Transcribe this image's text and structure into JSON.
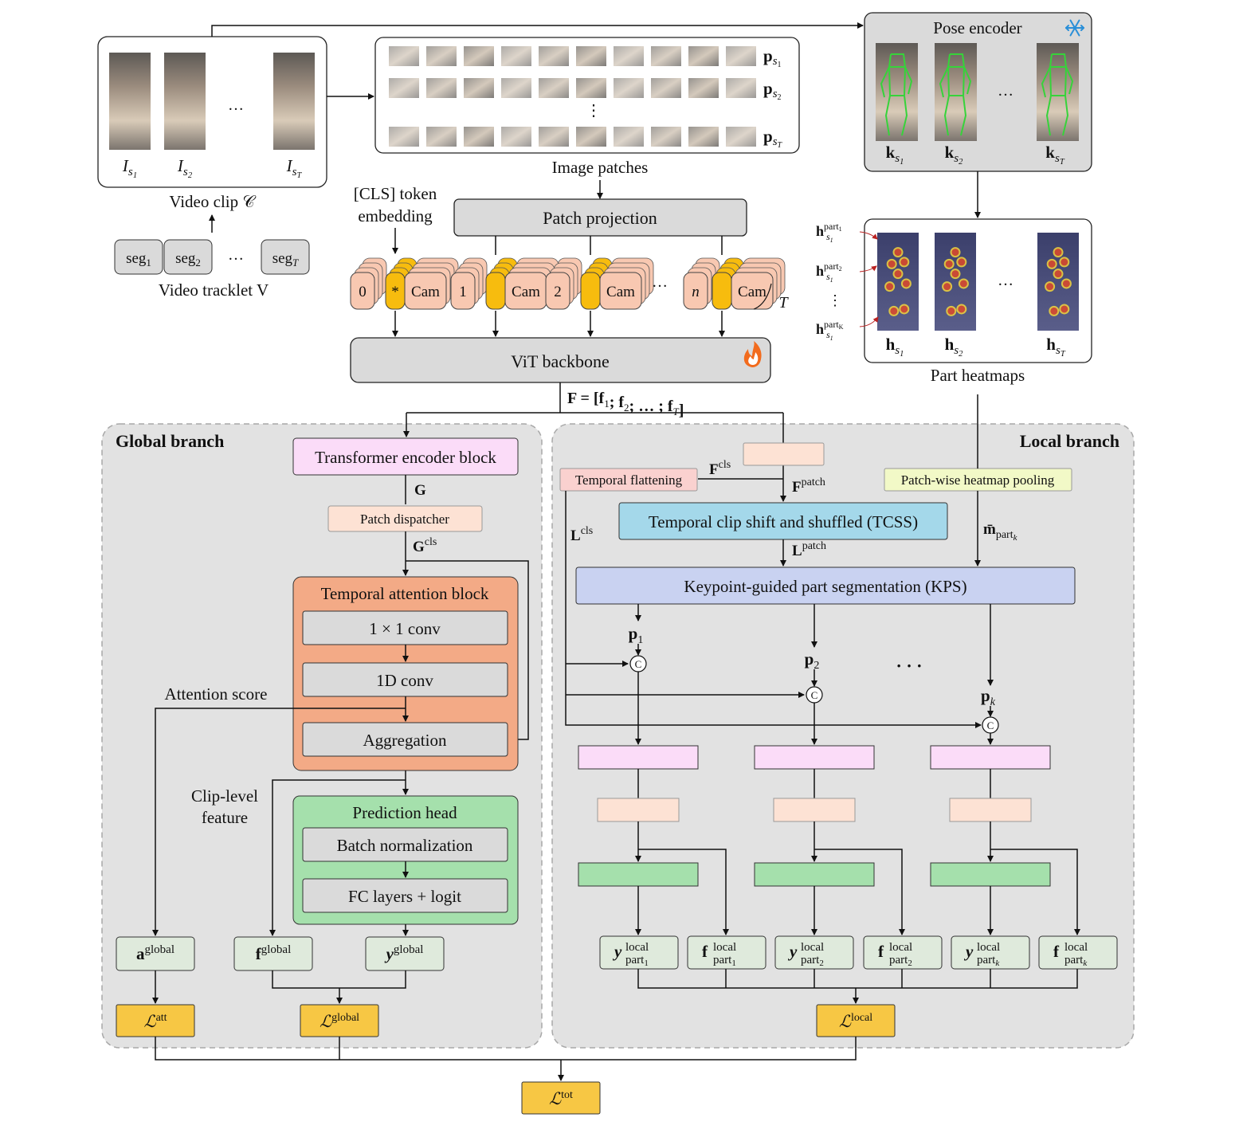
{
  "video": {
    "frame_labels": [
      [
        "I",
        "s1"
      ],
      [
        "I",
        "s2"
      ],
      [
        "I",
        "sT"
      ]
    ],
    "ellipsis": "…",
    "clip_caption": "Video clip 𝒞",
    "segments": [
      [
        "seg",
        "1"
      ],
      [
        "seg",
        "2"
      ],
      [
        "seg",
        "T"
      ]
    ],
    "tracklet_caption": "Video tracklet V"
  },
  "patches": {
    "row_labels": [
      [
        "p",
        "s1"
      ],
      [
        "p",
        "s2"
      ],
      [
        "p",
        "sT"
      ]
    ],
    "vellipsis": "⋮",
    "caption": "Image patches"
  },
  "pose": {
    "title": "Pose encoder",
    "frozen_icon": "snowflake-icon",
    "keypoint_labels": [
      [
        "k",
        "s1"
      ],
      [
        "k",
        "s2"
      ],
      [
        "k",
        "sT"
      ]
    ],
    "ellipsis": "…"
  },
  "heatmaps": {
    "caption": "Part heatmaps",
    "side_labels": [
      [
        "h",
        "part1",
        "s1"
      ],
      [
        "h",
        "part2",
        "s1"
      ],
      [
        "h",
        "partK",
        "s1"
      ]
    ],
    "vellipsis": "⋮",
    "frame_labels": [
      [
        "h",
        "s1"
      ],
      [
        "h",
        "s2"
      ],
      [
        "h",
        "sT"
      ]
    ],
    "ellipsis": "…"
  },
  "tokens": {
    "cls_caption_1": "[CLS] token",
    "cls_caption_2": "embedding",
    "patch_projection": "Patch projection",
    "groups": [
      {
        "idx": "0",
        "mid": "*",
        "cam": "Cam"
      },
      {
        "idx": "1",
        "mid": "",
        "cam": "Cam"
      },
      {
        "idx": "2",
        "mid": "",
        "cam": "Cam"
      },
      {
        "idx": "n",
        "mid": "",
        "cam": "Cam"
      }
    ],
    "ellipsis": "…",
    "T": "T"
  },
  "backbone": {
    "label": "ViT backbone",
    "trainable_icon": "flame-icon",
    "feature_eq": "F = [f1; f2; … ; fT]"
  },
  "global_branch": {
    "title": "Global branch",
    "transformer": "Transformer encoder block",
    "G": "G",
    "dispatcher": "Patch dispatcher",
    "Gcls": [
      "G",
      "cls"
    ],
    "tab_title": "Temporal attention block",
    "conv1": "1 × 1 conv",
    "conv1d": "1D conv",
    "aggregation": "Aggregation",
    "attention_score": "Attention score",
    "clip_level_1": "Clip-level",
    "clip_level_2": "feature",
    "pred_title": "Prediction head",
    "batch_norm": "Batch normalization",
    "fc": "FC layers + logit",
    "outputs": [
      [
        "a",
        "global"
      ],
      [
        "f",
        "global"
      ],
      [
        "y",
        "global"
      ]
    ],
    "losses": [
      [
        "ℒ",
        "att"
      ],
      [
        "ℒ",
        "global"
      ]
    ]
  },
  "local_branch": {
    "title": "Local branch",
    "Fcls": [
      "F",
      "cls"
    ],
    "Fpatch": [
      "F",
      "patch"
    ],
    "temporal_flattening": "Temporal flattening",
    "heatmap_pooling": "Patch-wise heatmap pooling",
    "Lcls": [
      "L",
      "cls"
    ],
    "tcss": "Temporal clip shift and shuffled (TCSS)",
    "Lpatch": [
      "L",
      "patch"
    ],
    "mpart": [
      "m̄",
      "part",
      "k"
    ],
    "kps": "Keypoint-guided part segmentation (KPS)",
    "parts": [
      [
        "p",
        "1"
      ],
      [
        "p",
        "2"
      ],
      [
        "p",
        "k"
      ]
    ],
    "dots": "· · ·",
    "concat": "C",
    "outputs": [
      [
        "y",
        "local",
        "part",
        "1"
      ],
      [
        "f",
        "local",
        "part",
        "1"
      ],
      [
        "y",
        "local",
        "part",
        "2"
      ],
      [
        "f",
        "local",
        "part",
        "2"
      ],
      [
        "y",
        "local",
        "part",
        "k"
      ],
      [
        "f",
        "local",
        "part",
        "k"
      ]
    ],
    "loss": [
      "ℒ",
      "local"
    ]
  },
  "total_loss": [
    "ℒ",
    "tot"
  ],
  "colors": {
    "box_gray": "#dadada",
    "panel_gray": "#e2e2e2",
    "pink": "#fbdcf8",
    "peach": "#fde2d4",
    "orange": "#f3aa86",
    "green": "#a5e0ac",
    "mint": "#dfeadc",
    "gold": "#f7c744",
    "blue": "#a4d8ea",
    "lavender": "#c9d2f1",
    "lightyellow": "#f2f9c7",
    "salmon": "#fad1cf",
    "token_peach": "#f8c8b1",
    "token_gold": "#f7bc0e"
  }
}
